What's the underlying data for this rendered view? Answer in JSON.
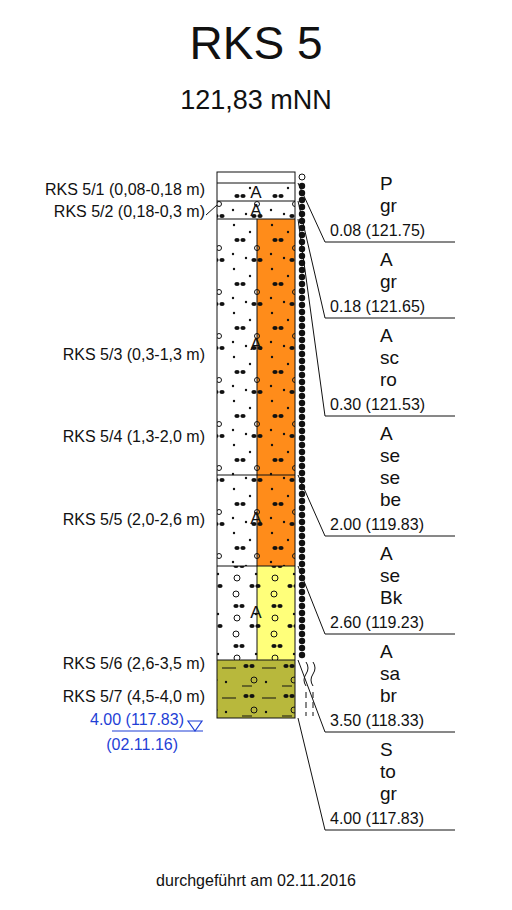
{
  "diagram": {
    "title": "RKS 5",
    "caption": "durchgeführt am 02.11.2016",
    "labels": [
      "121,83 mNN",
      "RKS 5/1 (0,08-0,18 m)",
      "RKS 5/2 (0,18-0,3 m)",
      "RKS 5/3 (0,3-1,3 m)",
      "RKS 5/4 (1,3-2,0 m)",
      "RKS 5/5 (2,0-2,6 m)",
      "RKS 5/6 (2,6-3,5 m)",
      "RKS 5/7 (4,5-4,0 m)",
      "4.00 (117.83)",
      "(02.11.16)",
      "0.08 (121.75)",
      "0.18 (121.65)",
      "0.30 (121.53)",
      "2.00 (119.83)",
      "2.60 (119.23)",
      "3.50 (118.33)",
      "4.00 (117.83)",
      "P",
      "gr",
      "A",
      "gr",
      "A",
      "sc",
      "ro",
      "A",
      "se",
      "se",
      "be",
      "A",
      "se",
      "Bk",
      "A",
      "sa",
      "br",
      "S",
      "to",
      "gr",
      "A",
      "A",
      "A",
      "A",
      "A"
    ]
  }
}
